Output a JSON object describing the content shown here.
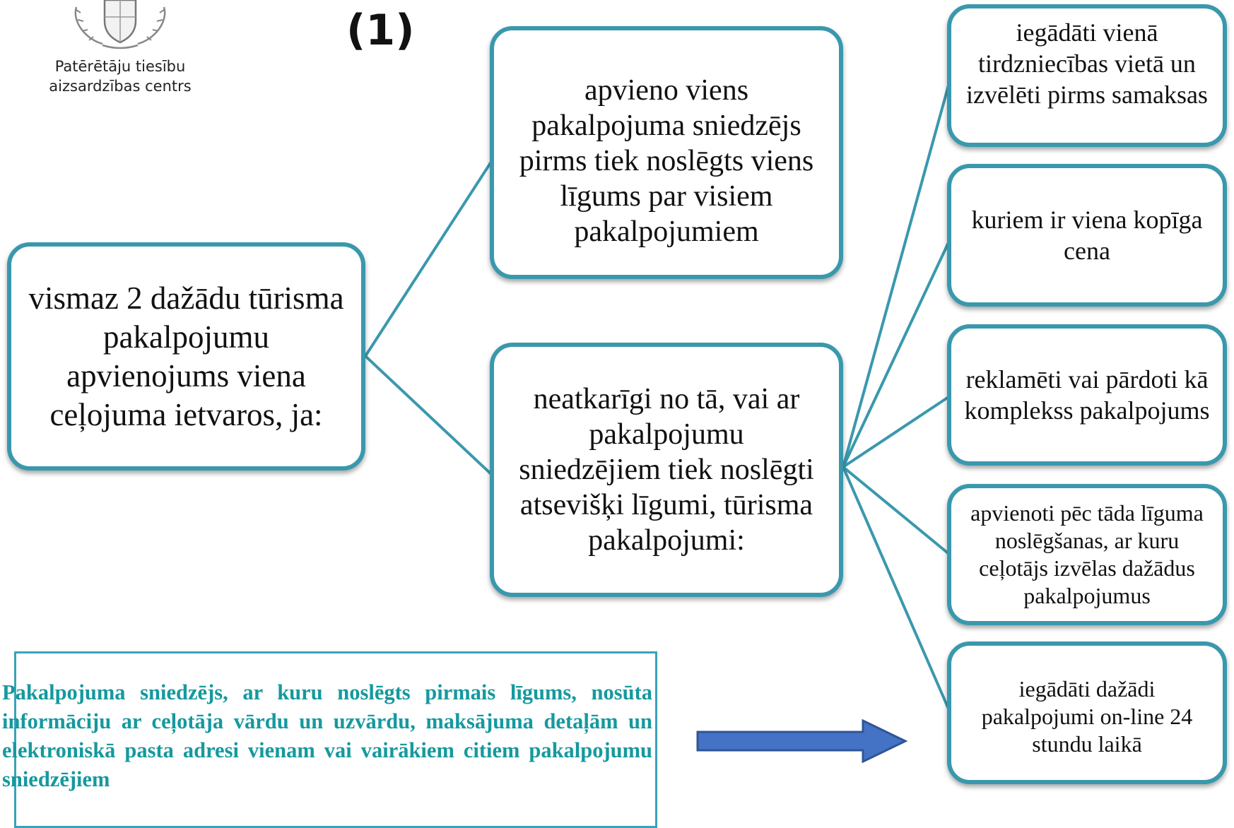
{
  "header": {
    "title_visible": "(1)",
    "org_name_line1": "Patērētāju tiesību",
    "org_name_line2": "aizsardzības centrs"
  },
  "diagram": {
    "root": "vismaz 2 dažādu tūrisma pakalpojumu apvienojums viena ceļojuma ietvaros, ja:",
    "branch_a": "apvieno viens pakalpojuma sniedzējs pirms tiek noslēgts viens līgums par visiem pakalpojumiem",
    "branch_b": "neatkarīgi no tā, vai ar pakalpojumu sniedzējiem tiek noslēgti atsevišķi līgumi, tūrisma pakalpojumi:",
    "leaves": [
      "iegādāti vienā tirdzniecības vietā un izvēlēti pirms samaksas",
      "kuriem ir viena kopīga cena",
      "reklamēti vai pārdoti kā komplekss pakalpojums",
      "apvienoti pēc tāda līguma noslēgšanas, ar kuru ceļotājs izvēlas dažādus pakalpojumus",
      "iegādāti dažādi pakalpojumi on-line 24 stundu laikā"
    ]
  },
  "note": {
    "text": "Pakalpojuma sniedzējs, ar kuru noslēgts pirmais līgums, nosūta informāciju ar ceļotāja vārdu un uzvārdu, maksājuma detaļām un elektroniskā pasta adresi vienam vai vairākiem citiem pakalpojumu sniedzējiem"
  },
  "colors": {
    "box_border": "#3a98ad",
    "connector": "#3a98ad",
    "note_text": "#15999e",
    "arrow_fill": "#4472c4"
  },
  "icons": {
    "logo": "coat-of-arms-icon",
    "arrow": "right-arrow-icon"
  }
}
